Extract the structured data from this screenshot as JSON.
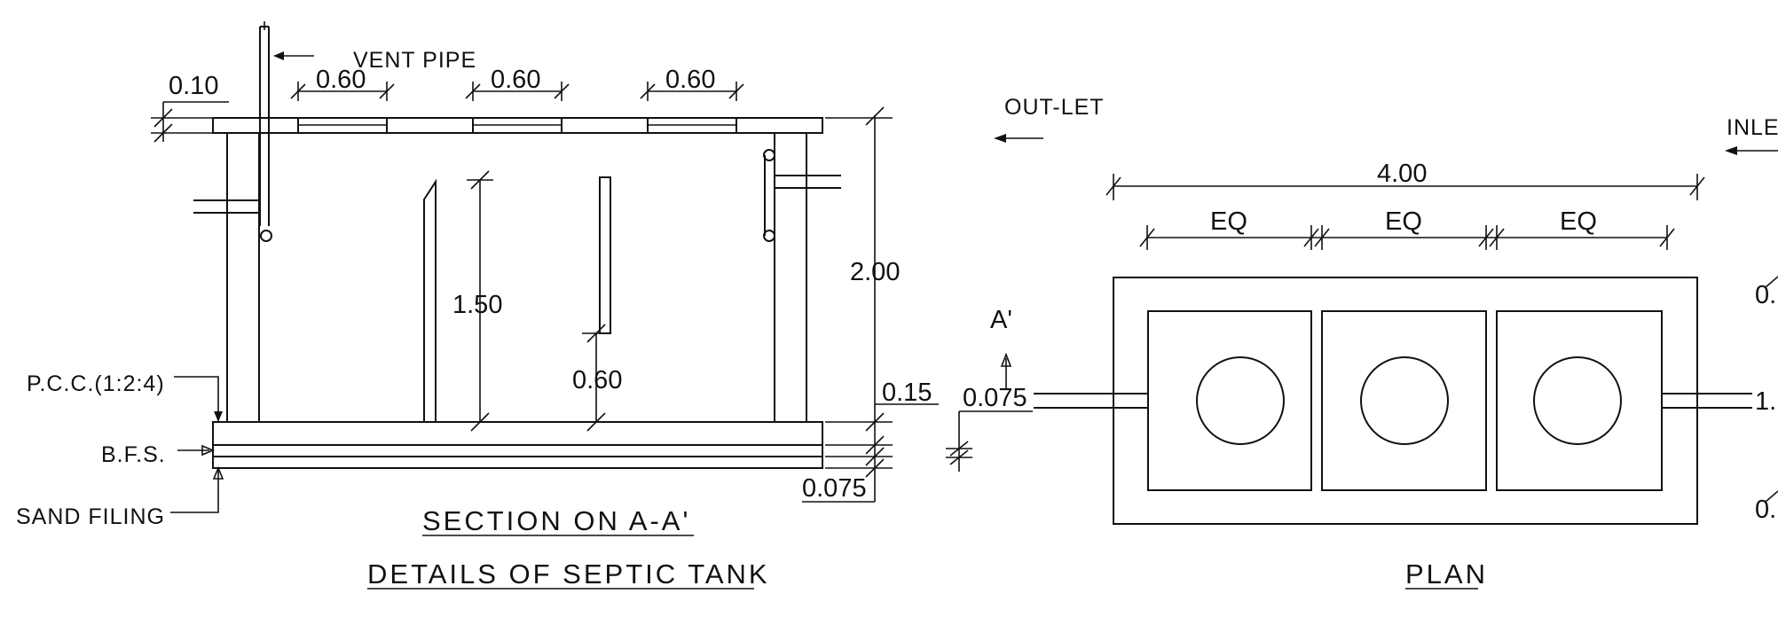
{
  "section": {
    "vent_pipe": "VENT PIPE",
    "cover_slab_thk": "0.10",
    "opening_1": "0.60",
    "opening_2": "0.60",
    "opening_3": "0.60",
    "overall_height": "2.00",
    "baffle_height": "1.50",
    "baffle_gap": "0.60",
    "base_slab_thk": "0.15",
    "bfs_thk": "0.075",
    "pcc_label": "P.C.C.(1:2:4)",
    "bfs_label": "B.F.S.",
    "sand_label": "SAND FILING",
    "section_title": "SECTION ON A-A'",
    "main_title": "DETAILS OF SEPTIC TANK"
  },
  "plan": {
    "outlet_label": "OUT-LET",
    "inlet_label": "INLE",
    "section_mark": "A'",
    "left_dim": "0.075",
    "overall_length": "4.00",
    "bay_1": "EQ",
    "bay_2": "EQ",
    "bay_3": "EQ",
    "right_dim_top": "0.",
    "right_dim_mid": "1.",
    "right_dim_bot": "0.",
    "plan_title": "PLAN"
  }
}
